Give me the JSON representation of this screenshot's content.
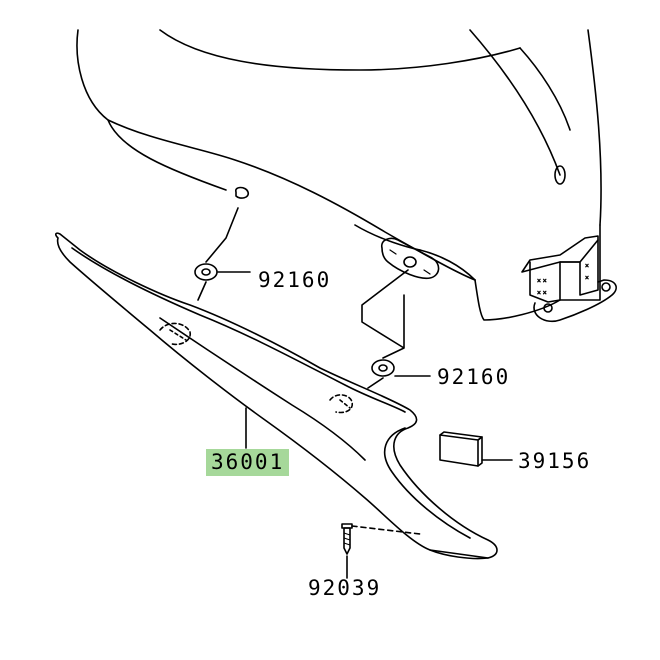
{
  "parts": {
    "p92160_upper": "92160",
    "p92160_lower": "92160",
    "p36001": "36001",
    "p39156": "39156",
    "p92039": "92039"
  },
  "colors": {
    "line": "#000000",
    "highlight": "#a6d89a",
    "background": "#ffffff"
  }
}
